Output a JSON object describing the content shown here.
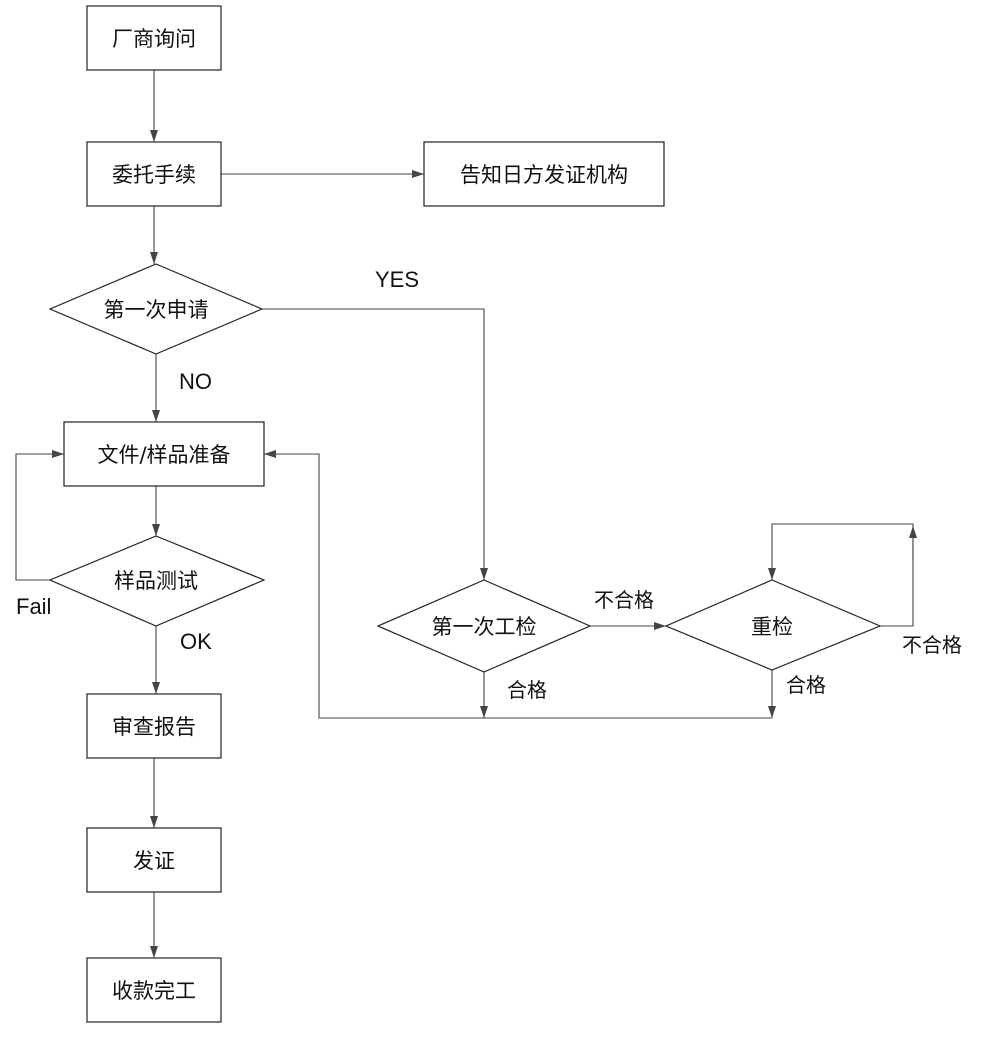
{
  "nodes": {
    "inquiry": "厂商询问",
    "entrust": "委托手续",
    "notify": "告知日方发证机构",
    "first_application": "第一次申请",
    "prepare": "文件/样品准备",
    "sample_test": "样品测试",
    "review": "审查报告",
    "certify": "发证",
    "complete": "收款完工",
    "first_inspection": "第一次工检",
    "reinspection": "重检"
  },
  "edge_labels": {
    "yes": "YES",
    "no": "NO",
    "fail": "Fail",
    "ok": "OK",
    "fail_first": "不合格",
    "pass_first": "合格",
    "pass_re": "合格",
    "fail_re": "不合格"
  },
  "colors": {
    "line": "#444444",
    "border": "#222222",
    "text": "#111111",
    "background": "#ffffff"
  }
}
